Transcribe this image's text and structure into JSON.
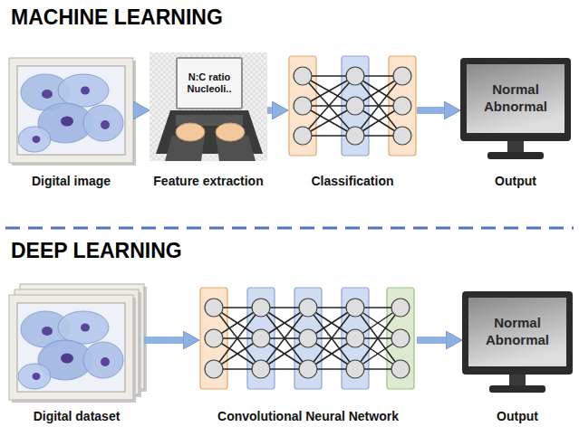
{
  "diagram": {
    "nodes": [
      {
        "text": [
          "Digital image"
        ]
      },
      {
        "text": [
          "Feature extraction",
          "N:C ratio Nucleoli.."
        ]
      },
      {
        "text": [
          "Classification"
        ]
      },
      {
        "text": [
          "Output",
          "Normal",
          "Abnormal"
        ]
      },
      {
        "text": [
          "Digital dataset"
        ]
      },
      {
        "text": [
          "Convolutional Neural Network"
        ]
      },
      {
        "text": [
          "Output",
          "Normal",
          "Abnormal"
        ]
      }
    ],
    "edges": [
      {
        "from": 0,
        "to": 1,
        "arrow": "to"
      },
      {
        "from": 1,
        "to": 2,
        "arrow": "to"
      },
      {
        "from": 2,
        "to": 3,
        "arrow": "to"
      },
      {
        "from": 4,
        "to": 5,
        "arrow": "to"
      },
      {
        "from": 5,
        "to": 6,
        "arrow": "to"
      }
    ],
    "labels": [
      "MACHINE LEARNING",
      "DEEP LEARNING"
    ]
  }
}
